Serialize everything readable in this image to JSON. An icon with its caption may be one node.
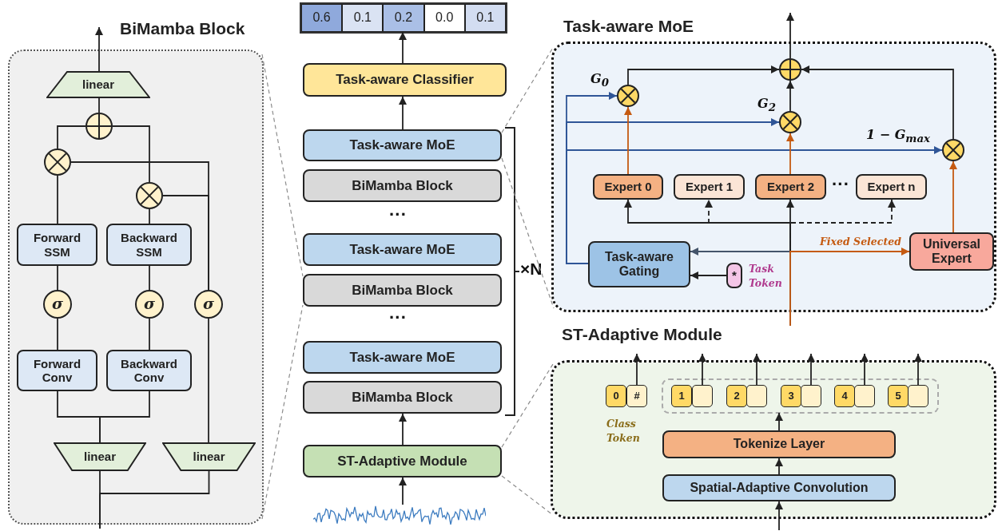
{
  "diagram": {
    "nodes": [
      {
        "text": [
          "BiMamba Block"
        ]
      },
      {
        "text": [
          "linear"
        ],
        "in": 0
      },
      {
        "text": [],
        "shape": "circle",
        "in": 0
      },
      {
        "text": [],
        "shape": "circle",
        "in": 0
      },
      {
        "text": [],
        "shape": "circle",
        "in": 0
      },
      {
        "text": [
          "Forward SSM"
        ],
        "in": 0
      },
      {
        "text": [
          "Backward SSM"
        ],
        "in": 0
      },
      {
        "text": [
          "σ"
        ],
        "in": 0
      },
      {
        "text": [
          "σ"
        ],
        "in": 0
      },
      {
        "text": [
          "σ"
        ],
        "in": 0
      },
      {
        "text": [
          "Forward Conv"
        ],
        "in": 0
      },
      {
        "text": [
          "Backward Conv"
        ],
        "in": 0
      },
      {
        "text": [
          "linear"
        ],
        "in": 0
      },
      {
        "text": [
          "linear"
        ],
        "in": 0
      },
      {
        "text": [],
        "shape": "bar"
      },
      {
        "text": [
          "0.6"
        ],
        "in": 14
      },
      {
        "text": [
          "0.1"
        ],
        "in": 14
      },
      {
        "text": [
          "0.2"
        ],
        "in": 14
      },
      {
        "text": [
          "0.0"
        ],
        "in": 14
      },
      {
        "text": [
          "0.1"
        ],
        "in": 14
      },
      {
        "text": [
          "Task-aware Classifier"
        ]
      },
      {
        "text": [
          "Task-aware MoE"
        ]
      },
      {
        "text": [
          "BiMamba Block"
        ]
      },
      {
        "text": [
          "Task-aware MoE"
        ]
      },
      {
        "text": [
          "BiMamba Block"
        ]
      },
      {
        "text": [
          "Task-aware MoE"
        ]
      },
      {
        "text": [
          "BiMamba Block"
        ]
      },
      {
        "text": [
          "ST-Adaptive Module"
        ]
      },
      {
        "text": [],
        "shape": "picture"
      },
      {
        "text": [
          "Task-aware MoE"
        ]
      },
      {
        "text": [],
        "shape": "circle",
        "in": 29
      },
      {
        "text": [],
        "shape": "circle",
        "in": 29,
        "beside": [
          "G$_{0}$"
        ]
      },
      {
        "text": [],
        "shape": "circle",
        "in": 29,
        "beside": [
          "G$_{2}$"
        ]
      },
      {
        "text": [],
        "shape": "circle",
        "in": 29,
        "beside": [
          "1 − G$_{max}$"
        ]
      },
      {
        "text": [
          "Expert 0"
        ],
        "in": 29
      },
      {
        "text": [
          "Expert 1"
        ],
        "in": 29
      },
      {
        "text": [
          "Expert 2"
        ],
        "in": 29
      },
      {
        "text": [
          "Expert n"
        ],
        "in": 29
      },
      {
        "text": [
          "Universal Expert"
        ],
        "in": 29
      },
      {
        "text": [
          "Task-aware Gating"
        ],
        "in": 29
      },
      {
        "text": [
          "*"
        ],
        "in": 29,
        "beside": [
          "Task Token"
        ]
      },
      {
        "text": [
          "ST-Adaptive Module"
        ]
      },
      {
        "text": [
          "0"
        ],
        "in": 41,
        "beside": [
          "Class Token"
        ]
      },
      {
        "text": [
          "#"
        ],
        "in": 41
      },
      {
        "text": [],
        "shape": "box",
        "in": 41
      },
      {
        "text": [
          "1"
        ],
        "in": 44
      },
      {
        "text": [],
        "shape": "box",
        "in": 44
      },
      {
        "text": [
          "2"
        ],
        "in": 44
      },
      {
        "text": [],
        "shape": "box",
        "in": 44
      },
      {
        "text": [
          "3"
        ],
        "in": 44
      },
      {
        "text": [],
        "shape": "box",
        "in": 44
      },
      {
        "text": [
          "4"
        ],
        "in": 44
      },
      {
        "text": [],
        "shape": "box",
        "in": 44
      },
      {
        "text": [
          "5"
        ],
        "in": 44
      },
      {
        "text": [],
        "shape": "box",
        "in": 44
      },
      {
        "text": [
          "Tokenize Layer"
        ],
        "in": 41
      },
      {
        "text": [
          "Spatial-Adaptive Convolution"
        ],
        "in": 41
      }
    ],
    "edges": [
      {
        "from": null,
        "to": 12,
        "arrow": "none"
      },
      {
        "from": null,
        "to": 13,
        "arrow": "none"
      },
      {
        "from": 12,
        "to": 10,
        "arrow": "none"
      },
      {
        "from": 12,
        "to": 11,
        "arrow": "none"
      },
      {
        "from": 10,
        "to": 7,
        "arrow": "none"
      },
      {
        "from": 7,
        "to": 5,
        "arrow": "none"
      },
      {
        "from": 5,
        "to": 3,
        "arrow": "none"
      },
      {
        "from": 11,
        "to": 8,
        "arrow": "none"
      },
      {
        "from": 8,
        "to": 6,
        "arrow": "none"
      },
      {
        "from": 6,
        "to": 4,
        "arrow": "none"
      },
      {
        "from": 13,
        "to": 9,
        "arrow": "none"
      },
      {
        "from": 9,
        "to": 3,
        "arrow": "none"
      },
      {
        "from": 9,
        "to": 4,
        "arrow": "none"
      },
      {
        "from": 3,
        "to": 2,
        "arrow": "none"
      },
      {
        "from": 4,
        "to": 2,
        "arrow": "none"
      },
      {
        "from": 2,
        "to": 1,
        "arrow": "none"
      },
      {
        "from": 1,
        "to": null,
        "arrow": "to"
      },
      {
        "from": 28,
        "to": 27,
        "arrow": "to"
      },
      {
        "from": 27,
        "to": 26,
        "arrow": "to"
      },
      {
        "from": 21,
        "to": 20,
        "arrow": "to"
      },
      {
        "from": 20,
        "to": 14,
        "arrow": "to"
      },
      {
        "from": null,
        "to": 36,
        "arrow": "to"
      },
      {
        "from": null,
        "to": 34,
        "arrow": "to"
      },
      {
        "from": null,
        "to": 35,
        "arrow": "to",
        "style": "dashed"
      },
      {
        "from": null,
        "to": 37,
        "arrow": "to",
        "style": "dashed"
      },
      {
        "from": null,
        "to": 39,
        "arrow": "to",
        "color": "#44546a"
      },
      {
        "from": null,
        "to": 38,
        "arrow": "to",
        "label": "Fixed Selected",
        "color": "#c55a11"
      },
      {
        "from": 40,
        "to": 39,
        "arrow": "to"
      },
      {
        "from": 39,
        "to": 31,
        "arrow": "to",
        "color": "#2f5597"
      },
      {
        "from": 39,
        "to": 32,
        "arrow": "to",
        "color": "#2f5597"
      },
      {
        "from": 39,
        "to": 33,
        "arrow": "to",
        "color": "#2f5597"
      },
      {
        "from": 34,
        "to": 31,
        "arrow": "to",
        "color": "#c55a11"
      },
      {
        "from": 36,
        "to": 32,
        "arrow": "to",
        "color": "#c55a11"
      },
      {
        "from": 38,
        "to": 33,
        "arrow": "to",
        "color": "#c55a11"
      },
      {
        "from": 31,
        "to": 30,
        "arrow": "to"
      },
      {
        "from": 32,
        "to": 30,
        "arrow": "to"
      },
      {
        "from": 33,
        "to": 30,
        "arrow": "to"
      },
      {
        "from": 30,
        "to": null,
        "arrow": "to"
      },
      {
        "from": null,
        "to": 56,
        "arrow": "to"
      },
      {
        "from": 56,
        "to": 55,
        "arrow": "to"
      },
      {
        "from": 55,
        "to": 44,
        "arrow": "to"
      },
      {
        "from": 43,
        "to": null,
        "arrow": "to"
      },
      {
        "from": 46,
        "to": null,
        "arrow": "to"
      },
      {
        "from": 48,
        "to": null,
        "arrow": "to"
      },
      {
        "from": 50,
        "to": null,
        "arrow": "to"
      },
      {
        "from": 52,
        "to": null,
        "arrow": "to"
      },
      {
        "from": 54,
        "to": null,
        "arrow": "to"
      },
      {
        "from": 0,
        "to": 24,
        "arrow": "none",
        "style": "dashed",
        "color": "#8c8c8c"
      },
      {
        "from": 0,
        "to": 24,
        "arrow": "none",
        "style": "dashed",
        "color": "#8c8c8c"
      },
      {
        "from": 21,
        "to": 29,
        "arrow": "none",
        "style": "dashed",
        "color": "#8c8c8c"
      },
      {
        "from": 21,
        "to": 29,
        "arrow": "none",
        "style": "dashed",
        "color": "#8c8c8c"
      },
      {
        "from": 27,
        "to": 41,
        "arrow": "none",
        "style": "dashed",
        "color": "#8c8c8c"
      },
      {
        "from": 27,
        "to": 41,
        "arrow": "none",
        "style": "dashed",
        "color": "#8c8c8c"
      }
    ],
    "labels": [
      "···",
      "···",
      "···",
      "×N"
    ]
  }
}
